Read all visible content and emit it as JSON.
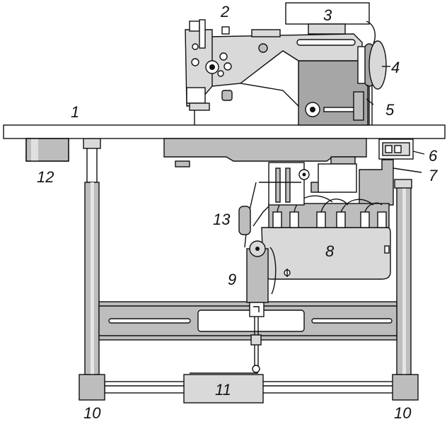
{
  "colors": {
    "line": "#111111",
    "light": "#d9d9d9",
    "mid": "#bdbdbd",
    "dark": "#a6a6a6",
    "background": "#ffffff"
  },
  "labels": {
    "l1": "1",
    "l2": "2",
    "l3": "3",
    "l4": "4",
    "l5": "5",
    "l6": "6",
    "l7": "7",
    "l8": "8",
    "l9": "9",
    "l10a": "10",
    "l10b": "10",
    "l11": "11",
    "l12": "12",
    "l13": "13"
  }
}
